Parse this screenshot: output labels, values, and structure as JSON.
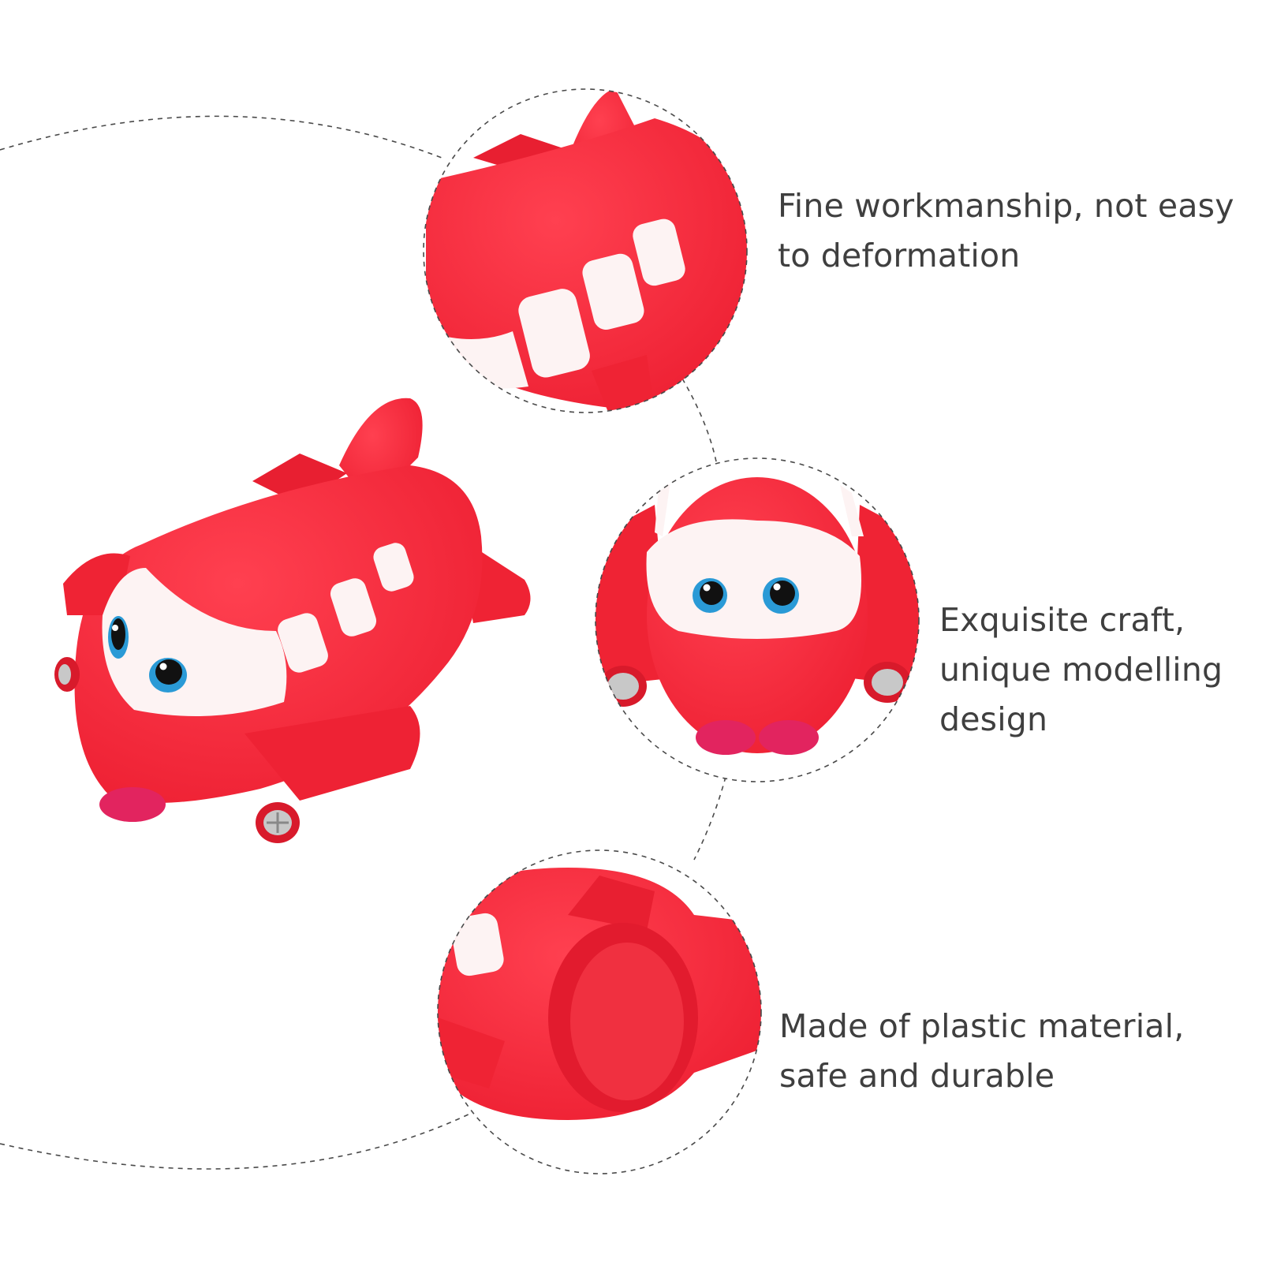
{
  "features": [
    {
      "text": "Fine workmanship, not easy to deformation",
      "line1": "Fine workmanship, not easy",
      "line2": "to deformation"
    },
    {
      "text": "Exquisite craft, unique modelling design",
      "line1": "Exquisite craft,",
      "line2": "unique modelling",
      "line3": "design"
    },
    {
      "text": "Made of plastic material, safe and durable",
      "line1": "Made of plastic material,",
      "line2": "safe and durable"
    }
  ],
  "colors": {
    "toy_red": "#ff2e3f",
    "toy_red_dark": "#e61c2e",
    "window_white": "#fdf3f3",
    "eye_blue": "#2a9ad6",
    "dashed_line": "#4a4a4a",
    "text": "#3f3f3f"
  }
}
